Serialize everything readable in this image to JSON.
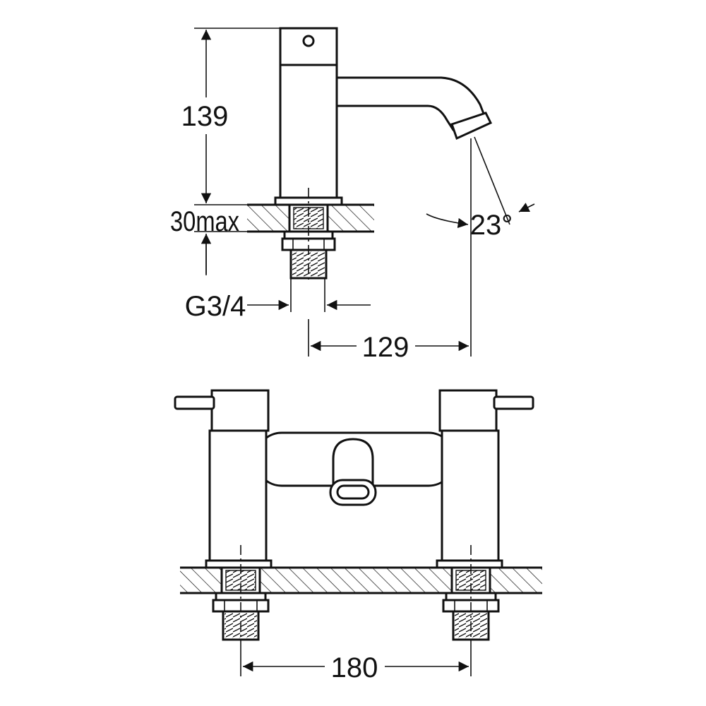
{
  "dimensions": {
    "height": "139",
    "deck_max": "30max",
    "thread": "G3/4",
    "spout_angle": "23°",
    "reach": "129",
    "centres": "180"
  },
  "colors": {
    "line": "#111111",
    "background": "#ffffff"
  }
}
